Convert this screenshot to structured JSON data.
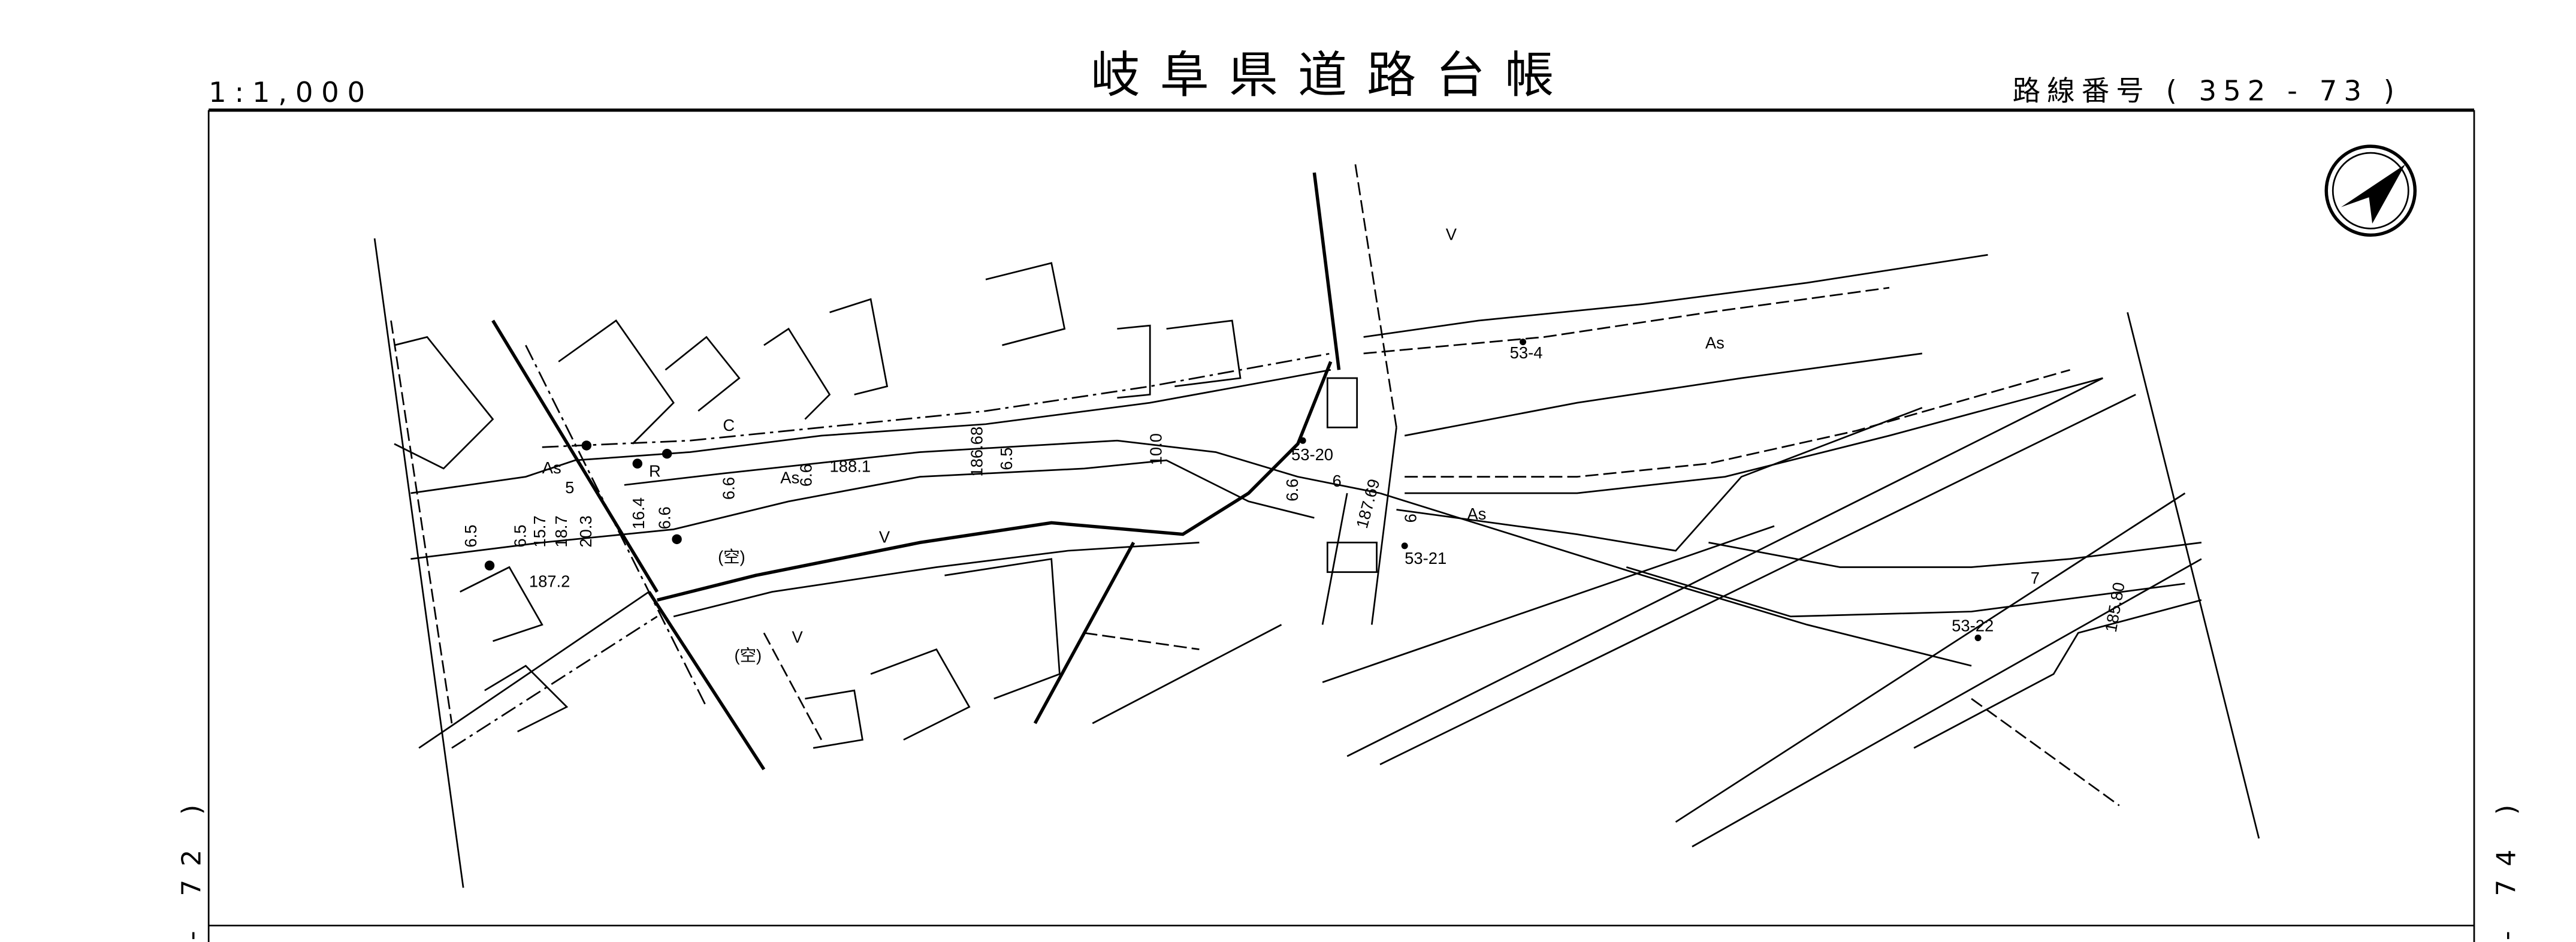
{
  "header": {
    "scale": "1:1,000",
    "title": "岐阜県道路台帳",
    "route_number": "路線番号 ( 352 - 73 )"
  },
  "adjacent_sheets": {
    "left": "- 72 )",
    "right": "- 74 )"
  },
  "map": {
    "north_arrow_icon": "north-arrow-icon",
    "surface_labels": [
      "As",
      "As",
      "As",
      "As"
    ],
    "elevations": [
      "188.1",
      "187.2",
      "186.68",
      "187.69",
      "185.80"
    ],
    "widths": [
      "6.5",
      "10.0",
      "6.5",
      "6.5",
      "15.7",
      "18.7",
      "20.3",
      "16.4",
      "6.6",
      "6.6",
      "6",
      "6",
      "5",
      "6.6",
      "6.6",
      "7"
    ],
    "benchmarks": [
      "53-4",
      "53-20",
      "53-21",
      "53-22"
    ],
    "vacant_labels": [
      "(空)",
      "(空)"
    ],
    "misc_marks": [
      "V",
      "V",
      "V",
      "R",
      "C"
    ]
  }
}
